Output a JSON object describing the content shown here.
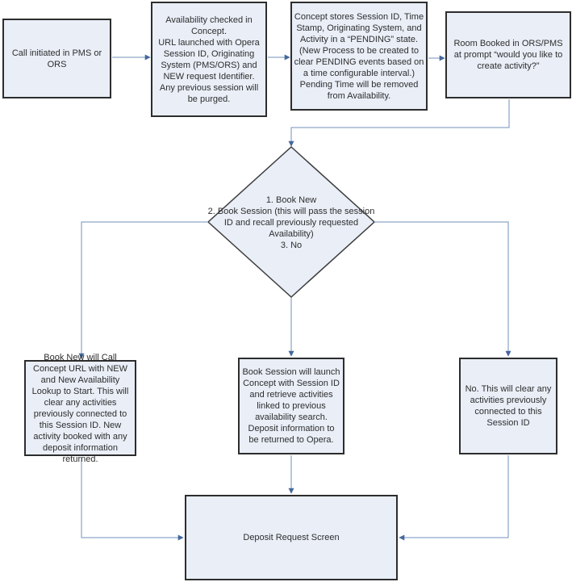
{
  "colors": {
    "node_fill": "#e9eef7",
    "node_border": "#2d2d2d",
    "connector": "#7191bb",
    "arrowhead": "#44689b",
    "text": "#2e2e2e",
    "background": "#ffffff"
  },
  "nodes": {
    "call_initiated": {
      "text": "Call initiated in PMS or ORS"
    },
    "availability_checked": {
      "text": "Availability checked in Concept.\nURL launched with Opera Session ID, Originating System (PMS/ORS) and NEW request Identifier. Any previous session will be purged."
    },
    "concept_stores": {
      "text": "Concept stores Session ID, Time Stamp, Originating System, and Activity in a “PENDING” state. (New Process to be created to clear PENDING events based on a time configurable interval.) Pending Time will be removed from Availability."
    },
    "room_booked": {
      "text": "Room Booked in ORS/PMS at prompt “would you like to create activity?”"
    },
    "decision": {
      "text": "1. Book New\n2. Book Session (this will pass the session ID and recall previously requested Availability)\n3. No"
    },
    "book_new": {
      "text": "Book New will Call Concept URL with NEW and New Availability Lookup to Start. This will clear any activities previously connected to this Session ID. New activity booked with any deposit information returned."
    },
    "book_session": {
      "text": "Book Session will launch Concept with Session ID and retrieve activities linked to previous availability search. Deposit information to be returned to Opera."
    },
    "no_clear": {
      "text": "No. This will clear any activities previously connected to this Session ID"
    },
    "deposit_request": {
      "text": "Deposit Request Screen"
    }
  }
}
